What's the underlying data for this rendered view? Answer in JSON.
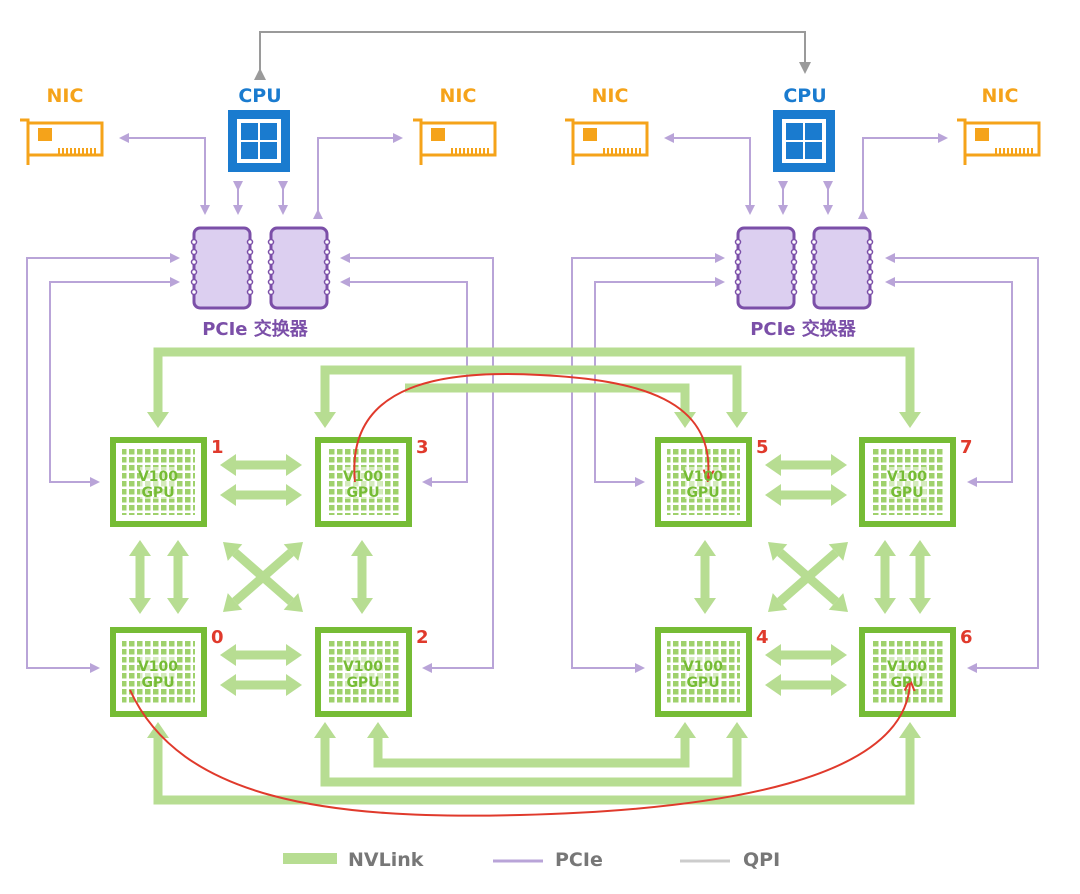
{
  "colors": {
    "nvlink": "#b7dd92",
    "gpu": "#76bc35",
    "pcie": "#b9a4d8",
    "switch_fill": "#dccff0",
    "switch_stroke": "#7b4fa8",
    "cpu": "#1a7bcf",
    "nic": "#f5a31a",
    "qpi": "#9a9a9a",
    "annotation": "#e03a2c",
    "legend_text": "#777777"
  },
  "cpu_label": "CPU",
  "nic_label": "NIC",
  "switch_label": "PCIe 交换器",
  "gpu_line1": "V100",
  "gpu_line2": "GPU",
  "gpu_numbers": [
    "1",
    "3",
    "0",
    "2",
    "5",
    "7",
    "4",
    "6"
  ],
  "legend": {
    "nvlink": "NVLink",
    "pcie": "PCIe",
    "qpi": "QPI"
  },
  "icons": {
    "cpu": "cpu-chip-icon",
    "nic": "network-card-icon",
    "switch": "pcie-switch-icon",
    "gpu": "gpu-chip-icon"
  }
}
